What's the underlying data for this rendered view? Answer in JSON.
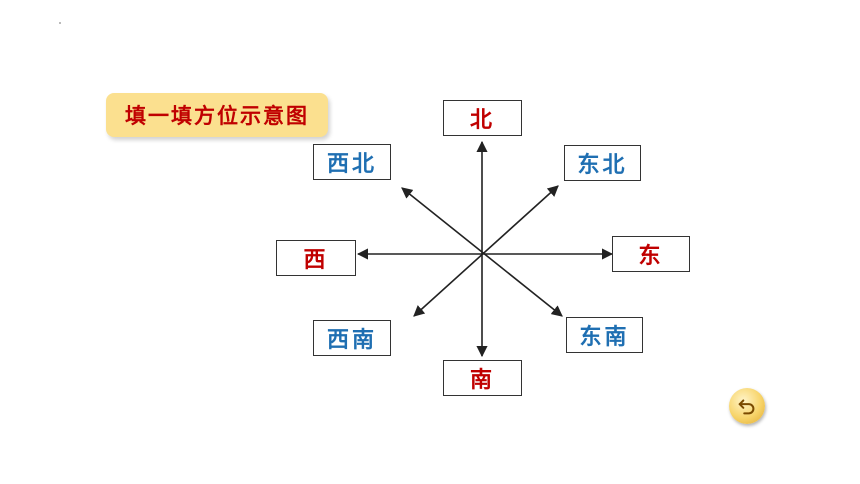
{
  "title": "填一填方位示意图",
  "directions": {
    "north": "北",
    "south": "南",
    "east": "东",
    "west": "西",
    "northeast": "东北",
    "northwest": "西北",
    "southeast": "东南",
    "southwest": "西南"
  },
  "colors": {
    "primary_direction": "#c00000",
    "secondary_direction": "#1f6fb2",
    "title_background": "#fbe08f"
  },
  "icons": {
    "back": "undo-arrow-icon"
  }
}
